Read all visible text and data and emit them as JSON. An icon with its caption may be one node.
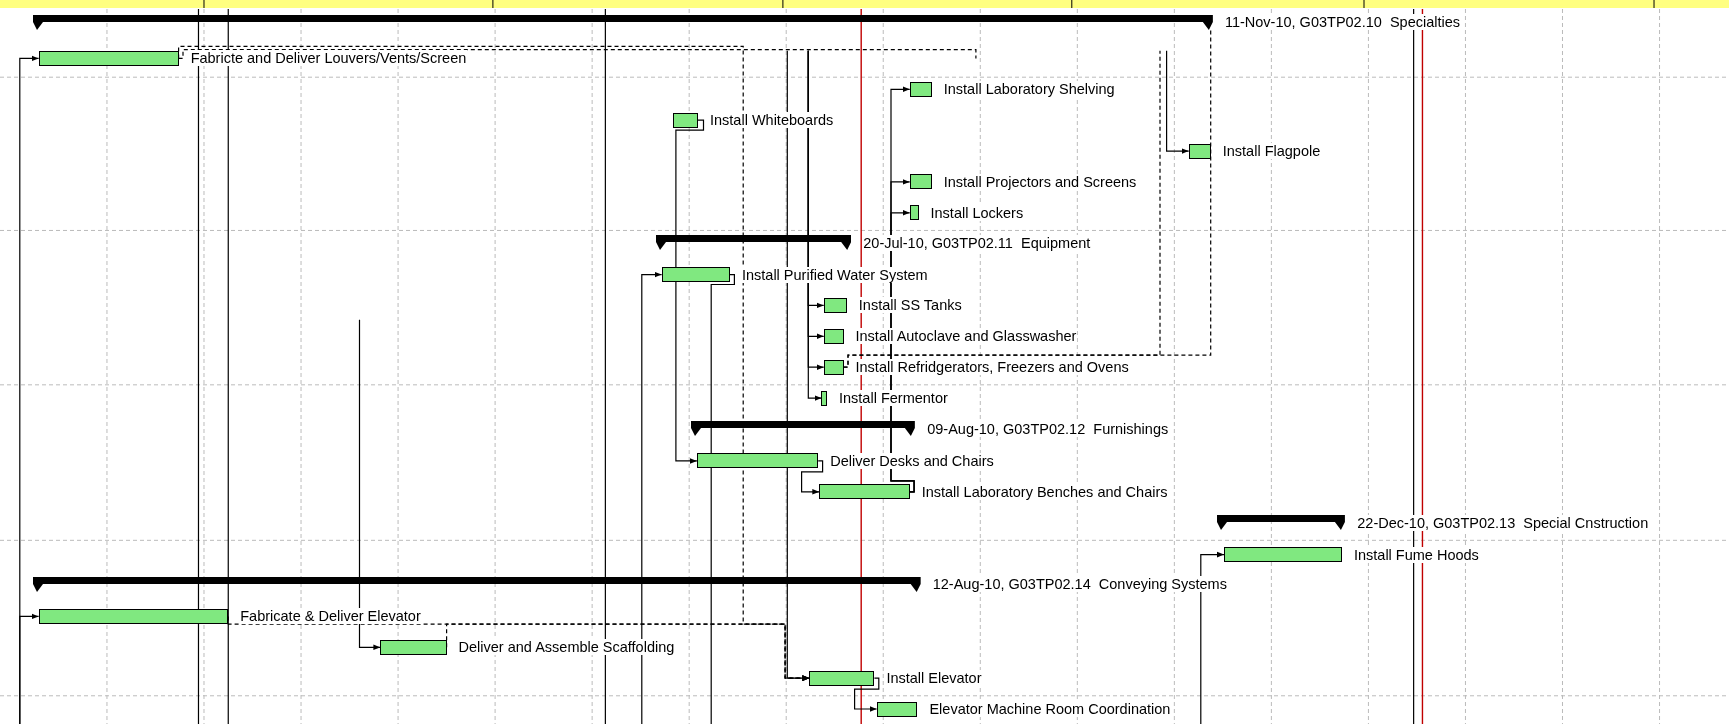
{
  "diagram": {
    "nodes": [
      {
        "text": [],
        "shape": "bar",
        "beside": [
          "11-Nov-10, G03TP02.10  Specialties"
        ]
      },
      {
        "text": [],
        "shape": "bar",
        "beside": [
          "Fabricte and Deliver Louvers/Vents/Screen"
        ]
      },
      {
        "text": [],
        "shape": "bar",
        "beside": [
          "Install Laboratory Shelving"
        ]
      },
      {
        "text": [],
        "shape": "bar",
        "beside": [
          "Install Whiteboards"
        ]
      },
      {
        "text": [],
        "shape": "bar",
        "beside": [
          "Install Flagpole"
        ]
      },
      {
        "text": [],
        "shape": "bar",
        "beside": [
          "Install Projectors and Screens"
        ]
      },
      {
        "text": [],
        "shape": "bar",
        "beside": [
          "Install Lockers"
        ]
      },
      {
        "text": [],
        "shape": "bar",
        "beside": [
          "20-Jul-10, G03TP02.11  Equipment"
        ]
      },
      {
        "text": [],
        "shape": "bar",
        "beside": [
          "Install Purified Water System"
        ]
      },
      {
        "text": [],
        "shape": "bar",
        "beside": [
          "Install SS Tanks"
        ]
      },
      {
        "text": [],
        "shape": "bar",
        "beside": [
          "Install Autoclave and Glasswasher"
        ]
      },
      {
        "text": [],
        "shape": "bar",
        "beside": [
          "Install Refridgerators, Freezers and Ovens"
        ]
      },
      {
        "text": [],
        "shape": "bar",
        "beside": [
          "Install Fermentor"
        ]
      },
      {
        "text": [],
        "shape": "bar",
        "beside": [
          "09-Aug-10, G03TP02.12  Furnishings"
        ]
      },
      {
        "text": [],
        "shape": "bar",
        "beside": [
          "Deliver Desks and Chairs"
        ]
      },
      {
        "text": [],
        "shape": "bar",
        "beside": [
          "Install Laboratory Benches and Chairs"
        ]
      },
      {
        "text": [],
        "shape": "bar",
        "beside": [
          "22-Dec-10, G03TP02.13  Special Cnstruction"
        ]
      },
      {
        "text": [],
        "shape": "bar",
        "beside": [
          "Install Fume Hoods"
        ]
      },
      {
        "text": [],
        "shape": "bar",
        "beside": [
          "12-Aug-10, G03TP02.14  Conveying Systems"
        ]
      },
      {
        "text": [],
        "shape": "bar",
        "beside": [
          "Fabricate & Deliver Elevator"
        ]
      },
      {
        "text": [],
        "shape": "bar",
        "beside": [
          "Deliver and Assemble Scaffolding"
        ]
      },
      {
        "text": [],
        "shape": "bar",
        "beside": [
          "Install Elevator"
        ]
      },
      {
        "text": [],
        "shape": "bar",
        "beside": [
          "Elevator Machine Room Coordination"
        ]
      }
    ],
    "edges": [
      {
        "from": null,
        "to": 1,
        "arrow": "to"
      },
      {
        "from": 1,
        "to": null,
        "arrow": "none",
        "style": "dashed"
      },
      {
        "from": 3,
        "to": 14,
        "arrow": "to"
      },
      {
        "from": null,
        "to": 8,
        "arrow": "to"
      },
      {
        "from": 8,
        "to": null,
        "arrow": "none"
      },
      {
        "from": null,
        "to": 9,
        "arrow": "to"
      },
      {
        "from": null,
        "to": 10,
        "arrow": "to"
      },
      {
        "from": null,
        "to": 11,
        "arrow": "to"
      },
      {
        "from": null,
        "to": 12,
        "arrow": "to"
      },
      {
        "from": 14,
        "to": 15,
        "arrow": "to"
      },
      {
        "from": 15,
        "to": 2,
        "arrow": "to"
      },
      {
        "from": 15,
        "to": 5,
        "arrow": "to"
      },
      {
        "from": 15,
        "to": 6,
        "arrow": "to"
      },
      {
        "from": null,
        "to": 4,
        "arrow": "to"
      },
      {
        "from": 11,
        "to": 0,
        "arrow": "none",
        "style": "dashed"
      },
      {
        "from": 11,
        "to": null,
        "arrow": "none",
        "style": "dashed"
      },
      {
        "from": null,
        "to": 17,
        "arrow": "to"
      },
      {
        "from": null,
        "to": 19,
        "arrow": "to"
      },
      {
        "from": 19,
        "to": 21,
        "arrow": "to",
        "style": "dashed"
      },
      {
        "from": 20,
        "to": 21,
        "arrow": "to",
        "style": "dashed"
      },
      {
        "from": null,
        "to": 20,
        "arrow": "to"
      },
      {
        "from": null,
        "to": 21,
        "arrow": "to"
      },
      {
        "from": 21,
        "to": 22,
        "arrow": "to"
      },
      {
        "from": 1,
        "to": 21,
        "arrow": "to",
        "style": "dashed"
      }
    ]
  }
}
